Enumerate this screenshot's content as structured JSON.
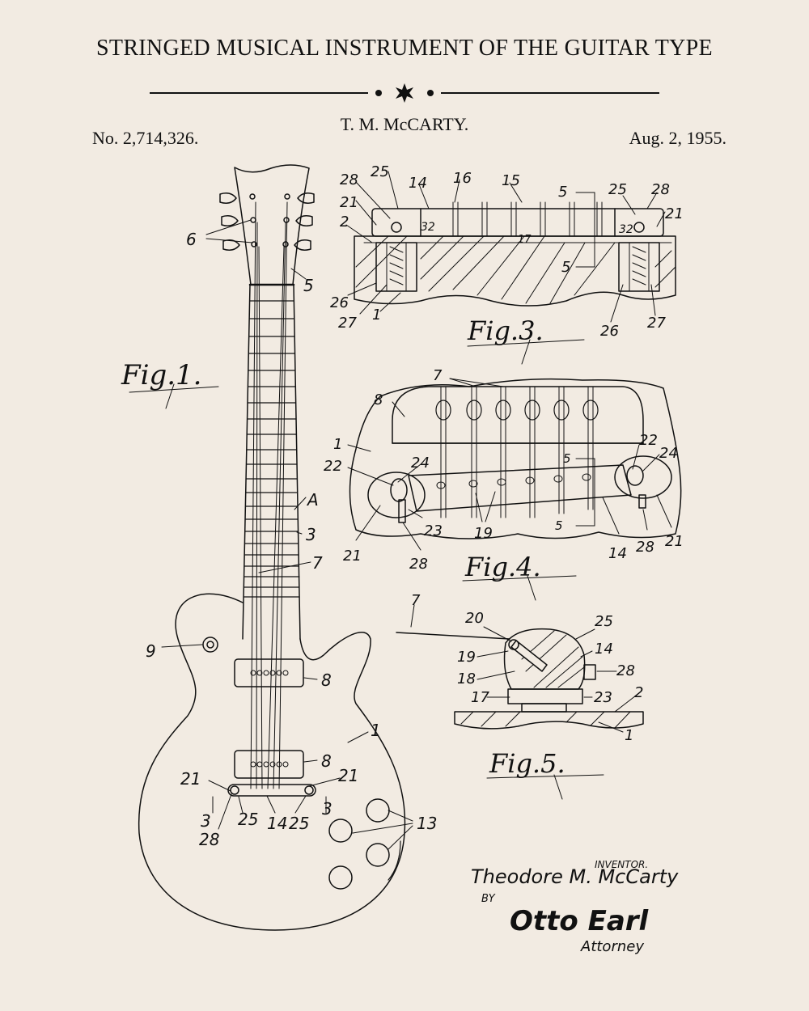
{
  "header": {
    "title": "STRINGED MUSICAL INSTRUMENT OF THE GUITAR TYPE",
    "inventor_name": "T. M. McCARTY.",
    "patent_number": "No. 2,714,326.",
    "patent_date": "Aug. 2, 1955."
  },
  "figures": {
    "fig1": "Fig.1.",
    "fig3": "Fig.3.",
    "fig4": "Fig.4.",
    "fig5": "Fig.5."
  },
  "callouts": {
    "fig1": [
      "6",
      "5",
      "A",
      "3",
      "7",
      "9",
      "8",
      "1",
      "8",
      "21",
      "21",
      "3",
      "3",
      "28",
      "25",
      "14",
      "25",
      "13"
    ],
    "fig3": [
      "28",
      "25",
      "14",
      "16",
      "15",
      "5",
      "25",
      "28",
      "21",
      "21",
      "2",
      "32",
      "32",
      "17",
      "5",
      "26",
      "27",
      "1",
      "26",
      "27"
    ],
    "fig4": [
      "7",
      "8",
      "1",
      "22",
      "24",
      "22",
      "24",
      "5",
      "5",
      "21",
      "23",
      "19",
      "28",
      "14",
      "28",
      "21"
    ],
    "fig5": [
      "7",
      "20",
      "25",
      "19",
      "14",
      "18",
      "28",
      "17",
      "23",
      "2",
      "1"
    ]
  },
  "signature": {
    "inventor_label": "INVENTOR.",
    "inventor_signature": "Theodore M. McCarty",
    "by_label": "BY",
    "attorney_signature": "Otto Earl",
    "attorney_label": "Attorney"
  },
  "colors": {
    "paper": "#f2ebe2",
    "ink": "#111111"
  }
}
